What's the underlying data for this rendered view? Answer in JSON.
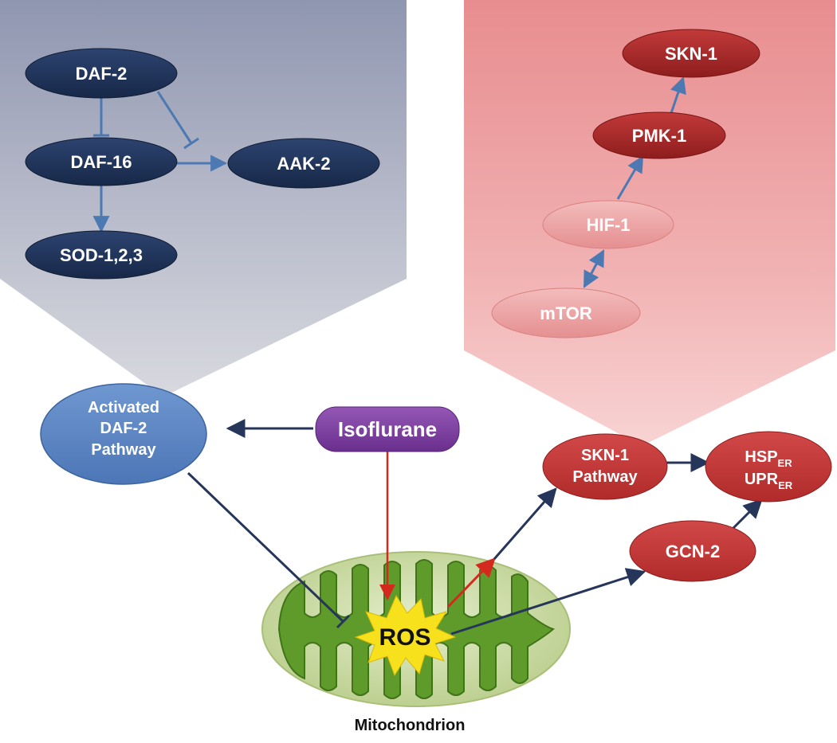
{
  "nodes": {
    "daf2": "DAF-2",
    "daf16": "DAF-16",
    "aak2": "AAK-2",
    "sod": "SOD-1,2,3",
    "skn1_top": "SKN-1",
    "pmk1": "PMK-1",
    "hif1": "HIF-1",
    "mtor": "mTOR",
    "activated_line1": "Activated",
    "activated_line2": "DAF-2",
    "activated_line3": "Pathway",
    "isoflurane": "Isoflurane",
    "skn1_path_line1": "SKN-1",
    "skn1_path_line2": "Pathway",
    "hsp": "HSP",
    "hsp_sub": "ER",
    "upr": "UPR",
    "upr_sub": "ER",
    "gcn2": "GCN-2",
    "ros": "ROS",
    "mitochondrion": "Mitochondrion"
  },
  "colors": {
    "navy_node": "#1f3358",
    "blue_node": "#5b86c5",
    "purple_node": "#7b3f9e",
    "dark_red_node": "#b02a2a",
    "red_node": "#c83a3a",
    "pink_node": "#eba1a1",
    "ros_star": "#f7e11c",
    "mito_outer": "#c8d9a3",
    "mito_inner": "#5f9b2a",
    "arrow_dark": "#26365a",
    "arrow_red": "#d42a1e",
    "arrow_blue": "#4d79b3"
  }
}
